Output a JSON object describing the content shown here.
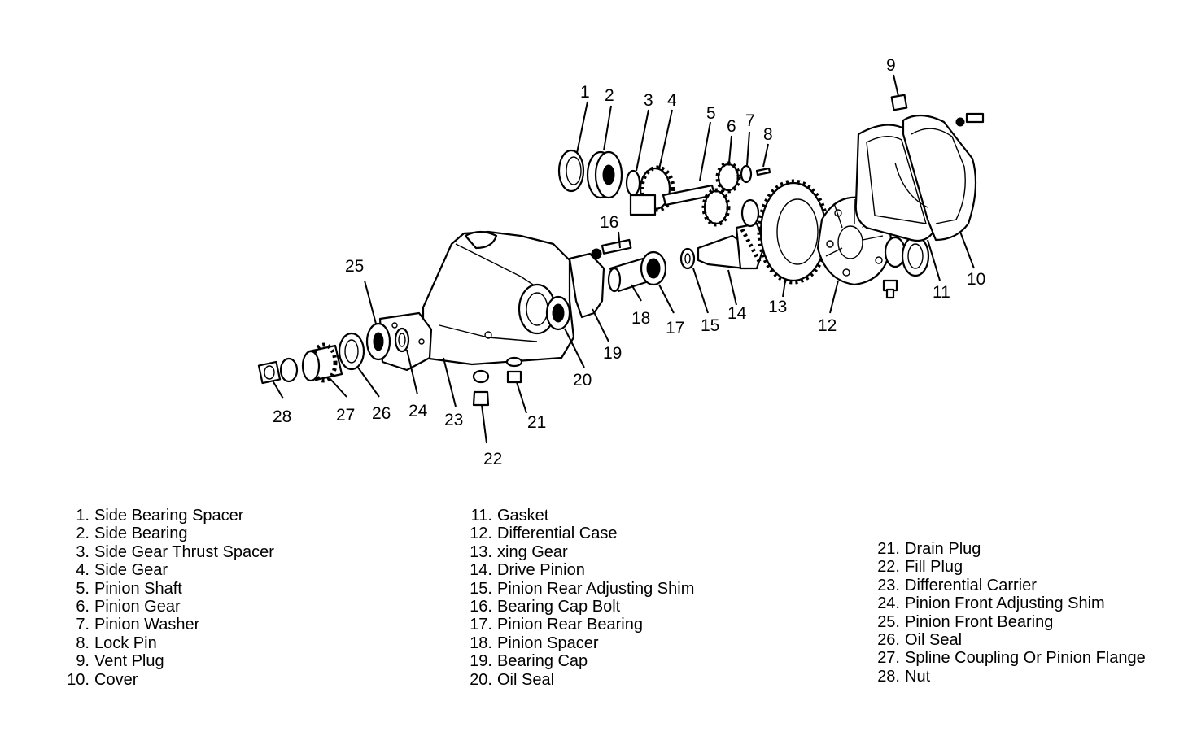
{
  "callouts": {
    "c1": "1",
    "c2": "2",
    "c3": "3",
    "c4": "4",
    "c5": "5",
    "c6": "6",
    "c7": "7",
    "c8": "8",
    "c9": "9",
    "c10": "10",
    "c11": "11",
    "c12": "12",
    "c13": "13",
    "c14": "14",
    "c15": "15",
    "c16": "16",
    "c17": "17",
    "c18": "18",
    "c19": "19",
    "c20": "20",
    "c21": "21",
    "c22": "22",
    "c23": "23",
    "c24": "24",
    "c25": "25",
    "c26": "26",
    "c27": "27",
    "c28": "28"
  },
  "legend": {
    "col1": [
      {
        "num": "1.",
        "label": "Side Bearing Spacer"
      },
      {
        "num": "2.",
        "label": "Side Bearing"
      },
      {
        "num": "3.",
        "label": "Side Gear Thrust Spacer"
      },
      {
        "num": "4.",
        "label": "Side Gear"
      },
      {
        "num": "5.",
        "label": "Pinion Shaft"
      },
      {
        "num": "6.",
        "label": "Pinion Gear"
      },
      {
        "num": "7.",
        "label": "Pinion Washer"
      },
      {
        "num": "8.",
        "label": "Lock Pin"
      },
      {
        "num": "9.",
        "label": "Vent Plug"
      },
      {
        "num": "10.",
        "label": "Cover"
      }
    ],
    "col2": [
      {
        "num": "11.",
        "label": "Gasket"
      },
      {
        "num": "12.",
        "label": "Differential Case"
      },
      {
        "num": "13.",
        "label": "xing Gear"
      },
      {
        "num": "14.",
        "label": "Drive Pinion"
      },
      {
        "num": "15.",
        "label": "Pinion Rear Adjusting Shim"
      },
      {
        "num": "16.",
        "label": "Bearing Cap Bolt"
      },
      {
        "num": "17.",
        "label": "Pinion Rear Bearing"
      },
      {
        "num": "18.",
        "label": "Pinion Spacer"
      },
      {
        "num": "19.",
        "label": "Bearing Cap"
      },
      {
        "num": "20.",
        "label": "Oil Seal"
      }
    ],
    "col3": [
      {
        "num": "21.",
        "label": "Drain Plug"
      },
      {
        "num": "22.",
        "label": "Fill Plug"
      },
      {
        "num": "23.",
        "label": "Differential Carrier"
      },
      {
        "num": "24.",
        "label": "Pinion Front Adjusting Shim"
      },
      {
        "num": "25.",
        "label": "Pinion Front Bearing"
      },
      {
        "num": "26.",
        "label": "Oil Seal"
      },
      {
        "num": "27.",
        "label": "Spline Coupling Or Pinion Flange"
      },
      {
        "num": "28.",
        "label": "Nut"
      }
    ]
  }
}
